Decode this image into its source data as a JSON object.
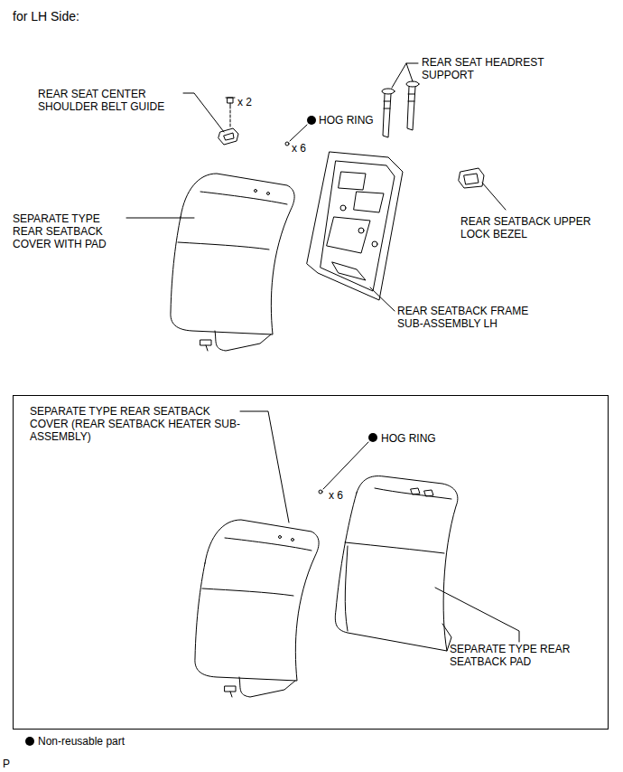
{
  "diagram": {
    "title": "for LH Side:",
    "nodes": [
      {
        "text": [
          "SEPARATE TYPE REAR SEATBACK COVER (REAR SEATBACK HEATER SUB-ASSEMBLY)",
          "HOG RING",
          "x 6",
          "SEPARATE TYPE REAR SEATBACK PAD"
        ]
      }
    ],
    "labels": [
      "REAR SEAT CENTER SHOULDER BELT GUIDE",
      "x 2",
      "HOG RING",
      "x 6",
      "REAR SEAT HEADREST SUPPORT",
      "SEPARATE TYPE REAR SEATBACK COVER WITH PAD",
      "REAR SEATBACK UPPER LOCK BEZEL",
      "REAR SEATBACK FRAME SUB-ASSEMBLY LH",
      "P"
    ],
    "legend": [
      {
        "text": "Non-reusable part"
      }
    ]
  }
}
